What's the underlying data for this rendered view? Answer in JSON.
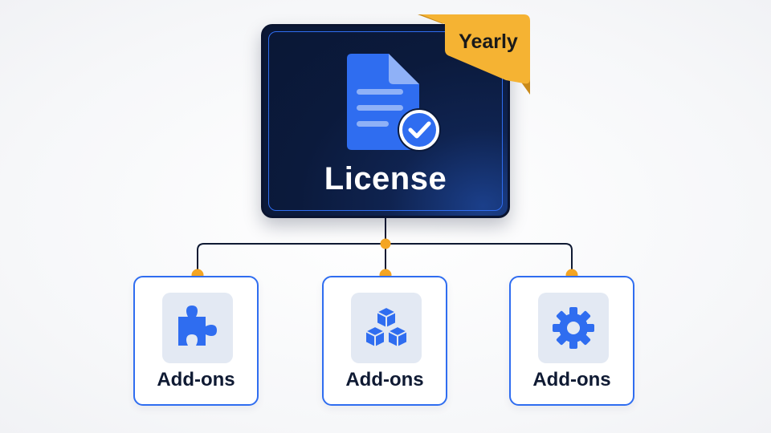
{
  "diagram": {
    "root": {
      "label": "License",
      "badge": "Yearly",
      "icon": "document-check-icon"
    },
    "children": [
      {
        "label": "Add-ons",
        "icon": "puzzle-piece-icon"
      },
      {
        "label": "Add-ons",
        "icon": "cubes-icon"
      },
      {
        "label": "Add-ons",
        "icon": "gear-icon"
      }
    ],
    "colors": {
      "root_background": "#0b1a3c",
      "accent_blue": "#2f6df0",
      "connector_dot": "#f5a623",
      "badge": "#f5b333",
      "icon_tile": "#e3e9f3",
      "label_text": "#0f1a33"
    }
  }
}
